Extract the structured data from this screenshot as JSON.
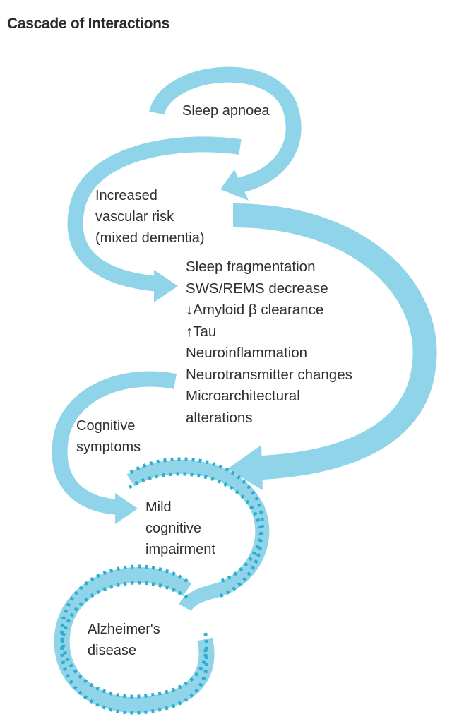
{
  "title": "Cascade of Interactions",
  "colors": {
    "arrow": "#8fd4e8",
    "dotted": "#2eaecf",
    "ring_fill": "#8fd4e8",
    "text": "#2f2f2f"
  },
  "nodes": {
    "sleep_apnoea": [
      "Sleep apnoea"
    ],
    "vascular_risk": [
      "Increased",
      "vascular risk",
      "(mixed dementia)"
    ],
    "mechanisms": [
      "Sleep fragmentation",
      "SWS/REMS decrease",
      "↓Amyloid β clearance",
      "↑Tau",
      "Neuroinflammation",
      "Neurotransmitter changes",
      "Microarchitectural",
      "alterations"
    ],
    "cognitive_symptoms": [
      "Cognitive",
      "symptoms"
    ],
    "mci": [
      "Mild",
      "cognitive",
      "impairment"
    ],
    "alzheimers": [
      "Alzheimer's",
      "disease"
    ]
  }
}
